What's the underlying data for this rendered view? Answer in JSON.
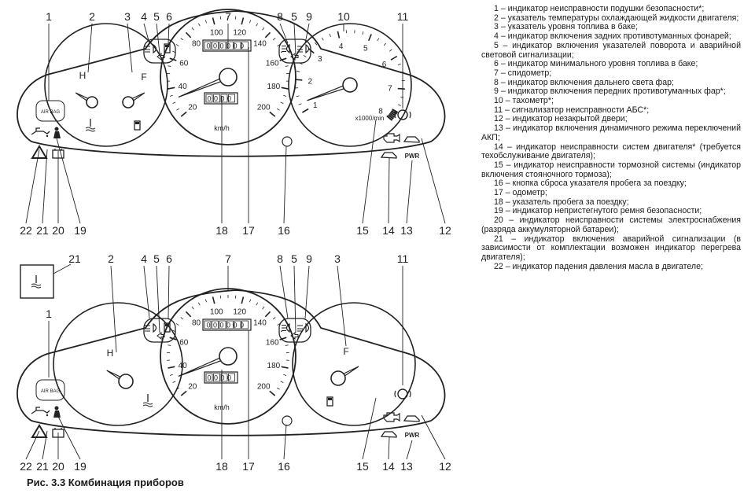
{
  "caption": "Рис. 3.3 Комбинация приборов",
  "upper_panel": {
    "callouts": [
      "1",
      "2",
      "3",
      "4",
      "5",
      "6",
      "7",
      "8",
      "5",
      "9",
      "10",
      "11",
      "22",
      "21",
      "20",
      "19",
      "18",
      "17",
      "16",
      "15",
      "14",
      "13",
      "12"
    ],
    "speed_scale": [
      "20",
      "40",
      "60",
      "80",
      "100",
      "120",
      "140",
      "160",
      "180",
      "200"
    ],
    "speed_unit": "km/h",
    "tacho_scale": [
      "1",
      "2",
      "3",
      "4",
      "5",
      "6",
      "7",
      "8"
    ],
    "tacho_unit": "x1000/min",
    "temp_letter": "H",
    "fuel_letter": "F",
    "airbag_label": "AIR BAG",
    "pwr_label": "PWR",
    "odometer": "000000",
    "trip": "0000"
  },
  "lower_panel": {
    "callouts": [
      "2",
      "4",
      "5",
      "6",
      "7",
      "8",
      "5",
      "9",
      "3",
      "11",
      "1",
      "21",
      "22",
      "21",
      "20",
      "19",
      "18",
      "17",
      "16",
      "15",
      "14",
      "13",
      "12"
    ],
    "speed_scale": [
      "20",
      "40",
      "60",
      "80",
      "100",
      "120",
      "140",
      "160",
      "180",
      "200"
    ],
    "speed_unit": "km/h",
    "temp_letter": "H",
    "fuel_letter": "F",
    "airbag_label": "AIR BAG",
    "pwr_label": "PWR",
    "odometer": "000000",
    "trip": "0000"
  },
  "legend": [
    "1 – индикатор неисправности подушки безопасности*;",
    "2 – указатель температуры охлаждающей жидкости двигателя;",
    "3 – указатель уровня топлива в баке;",
    "4 – индикатор включения задних противотуманных фонарей;",
    "5 – индикатор включения указателей поворота и аварийной световой сигнализации;",
    "6 – индикатор минимального уровня топлива в баке;",
    "7 – спидометр;",
    "8 – индикатор включения дальнего света фар;",
    "9 – индикатор включения передних противотуманных фар*;",
    "10 – тахометр*;",
    "11 – сигнализатор неисправности АБС*;",
    "12 – индикатор незакрытой двери;",
    "13 – индикатор включения динамичного режима переключений АКП;",
    "14 – индикатор неисправности систем двигателя* (требуется техобслуживание двигателя);",
    "15 – индикатор неисправности тормозной системы (индикатор включения стояночного тормоза);",
    "16 – кнопка сброса указателя пробега за поездку;",
    "17 – одометр;",
    "18 – указатель пробега за поездку;",
    "19 – индикатор непристегнутого ремня безопасности;",
    "20 – индикатор неисправности системы электроснабжения (разряда аккумуляторной батареи);",
    "21 – индикатор включения аварийной сигнализации (в зависимости от комплектации возможен индикатор перегрева двигателя);",
    "22 – индикатор падения давления масла в двигателе;"
  ]
}
